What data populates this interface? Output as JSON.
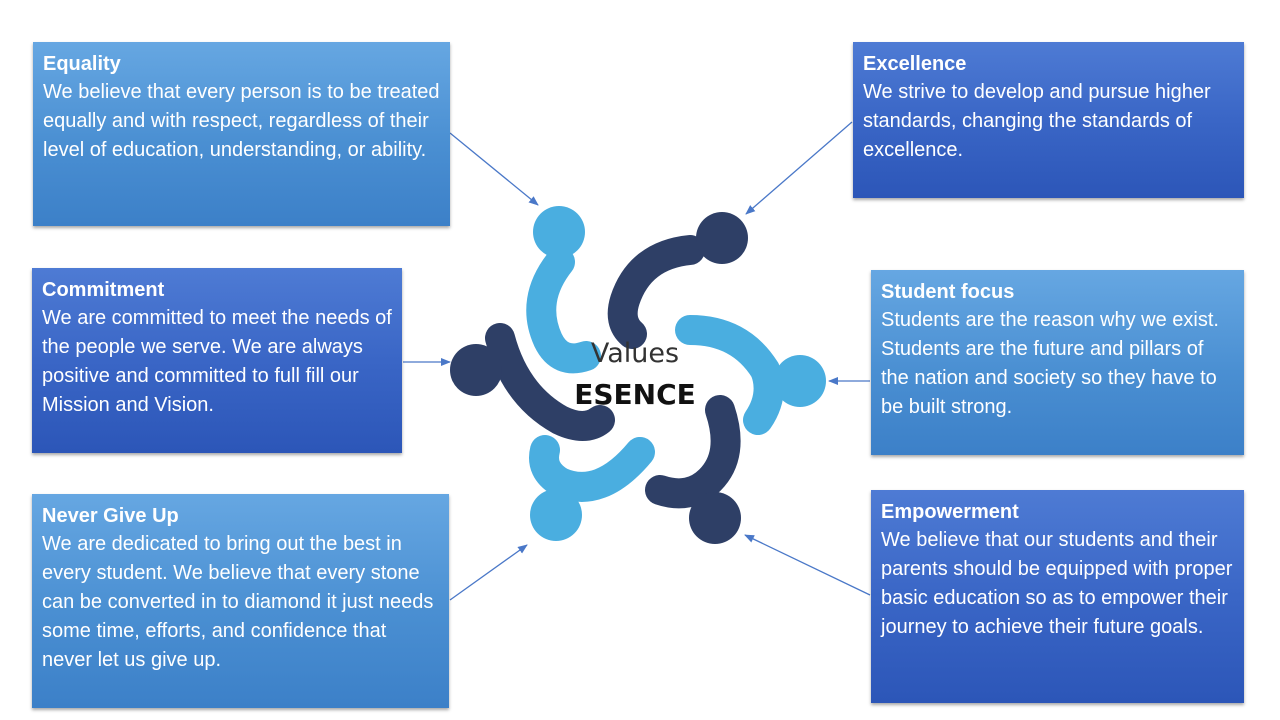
{
  "center": {
    "title": "Values",
    "subtitle": "ESENCE"
  },
  "cards": {
    "equality": {
      "title": "Equality",
      "body": "We believe that every person is to be treated equally and with respect, regardless of their level of education, understanding, or ability."
    },
    "excellence": {
      "title": "Excellence",
      "body": "We strive to develop and pursue higher standards, changing the standards of excellence."
    },
    "commitment": {
      "title": "Commitment",
      "body": "We are committed to meet the needs of the people we serve. We are always positive and committed to full fill our Mission and Vision."
    },
    "student_focus": {
      "title": "Student focus",
      "body": "Students are the reason why we exist. Students are the future and pillars of the nation and society so they have to be built strong."
    },
    "never_give_up": {
      "title": "Never Give Up",
      "body": "We are dedicated to bring out the best in every student. We believe that every stone can be converted in to diamond it just needs some time, efforts, and confidence that never let us give up."
    },
    "empowerment": {
      "title": "Empowerment",
      "body": "We believe that our students and their parents should be equipped with proper basic education so as to empower their journey to achieve their future goals."
    }
  },
  "colors": {
    "figure_light": "#4aaee0",
    "figure_dark": "#2e3f66",
    "arrow": "#4a78c8",
    "card_light": "#4a8fd2",
    "card_dark": "#3a66c6"
  }
}
